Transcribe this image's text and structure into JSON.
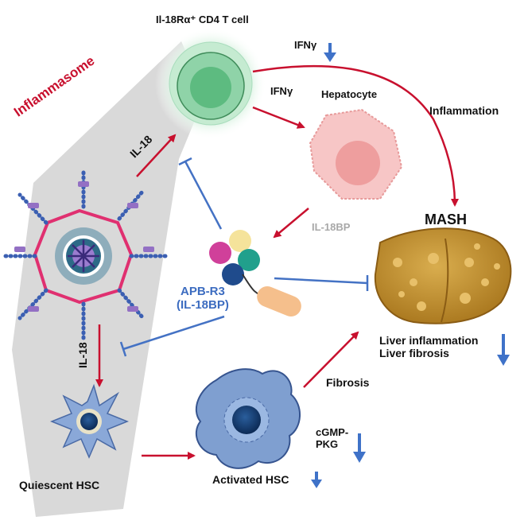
{
  "labels": {
    "t_cell": "Il-18Rα⁺ CD4 T cell",
    "ifn_top": "IFNγ",
    "ifn_mid": "IFNγ",
    "hepatocyte": "Hepatocyte",
    "inflammation": "Inflammation",
    "inflammasome": "Inflammasome",
    "il18_upper": "IL-18",
    "il18_lower": "IL-18",
    "mash": "MASH",
    "il18bp": "IL-18BP",
    "drug_line1": "APB-R3",
    "drug_line2": "(IL-18BP)",
    "liver_inflammation": "Liver inflammation",
    "liver_fibrosis": "Liver fibrosis",
    "fibrosis": "Fibrosis",
    "cgmp_line1": "cGMP-",
    "cgmp_line2": "PKG",
    "quiescent_hsc": "Quiescent HSC",
    "activated_hsc": "Activated HSC"
  },
  "icons": {
    "decrease_arrow": "down-arrow-icon",
    "inhibition": "t-bar-inhibition-icon",
    "activation": "arrow-icon"
  },
  "colors": {
    "activation_arrow": "#c8102e",
    "inhibition_line": "#4472c4",
    "decrease_arrow": "#3f72c8",
    "label_black": "#111111",
    "label_red": "#c8102e",
    "label_blue": "#3c6cc0",
    "label_gray": "#a8a8a8",
    "background_wedge": "#d9d9d9",
    "t_cell": "#7fcf9c",
    "hepatocyte": "#f4b6b6",
    "hsc": "#7f9fd0",
    "liver": "#c89a3a"
  }
}
